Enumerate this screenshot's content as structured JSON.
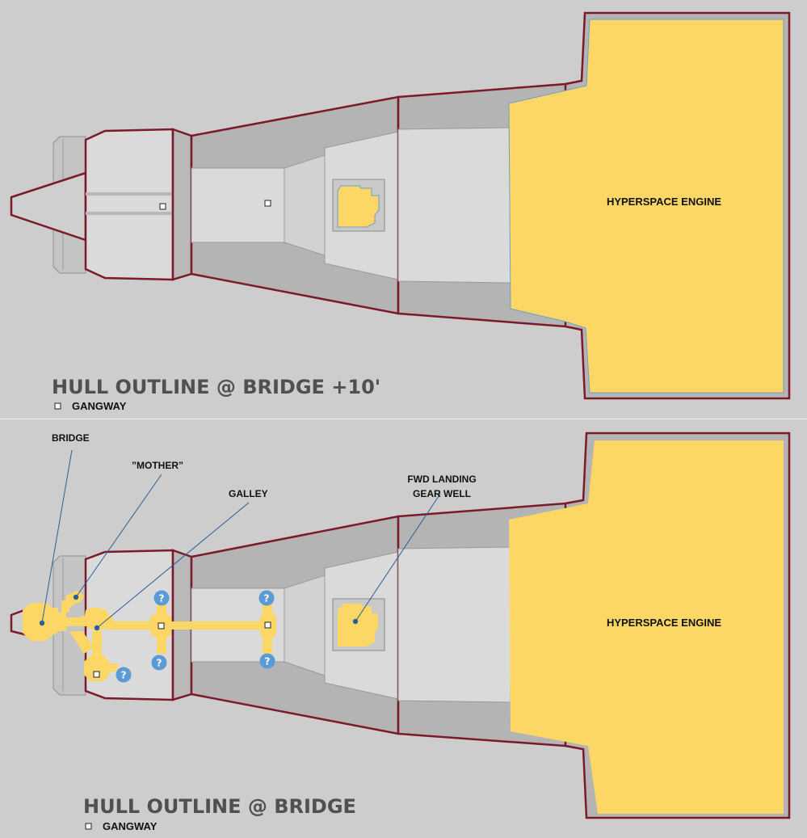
{
  "top_panel": {
    "title": "HULL OUTLINE @ BRIDGE +10'",
    "legend_label": "GANGWAY",
    "engine_label": "HYPERSPACE ENGINE"
  },
  "bottom_panel": {
    "title": "HULL OUTLINE @ BRIDGE",
    "legend_label": "GANGWAY",
    "engine_label": "HYPERSPACE ENGINE",
    "callouts": {
      "bridge": "BRIDGE",
      "mother": "”MOTHER”",
      "galley": "GALLEY",
      "landing_line1": "FWD LANDING",
      "landing_line2": "GEAR WELL"
    },
    "unknown_marker": "?"
  },
  "colors": {
    "background": "#cdcdcd",
    "hull_outline": "#7a1a2a",
    "hull_fill": "#dadada",
    "hull_shade": "#b4b4b4",
    "deck_yellow": "#fdd766",
    "leader_line": "#2a5f98",
    "marker_blue": "#5b9bd5",
    "title_gray": "#505050"
  }
}
